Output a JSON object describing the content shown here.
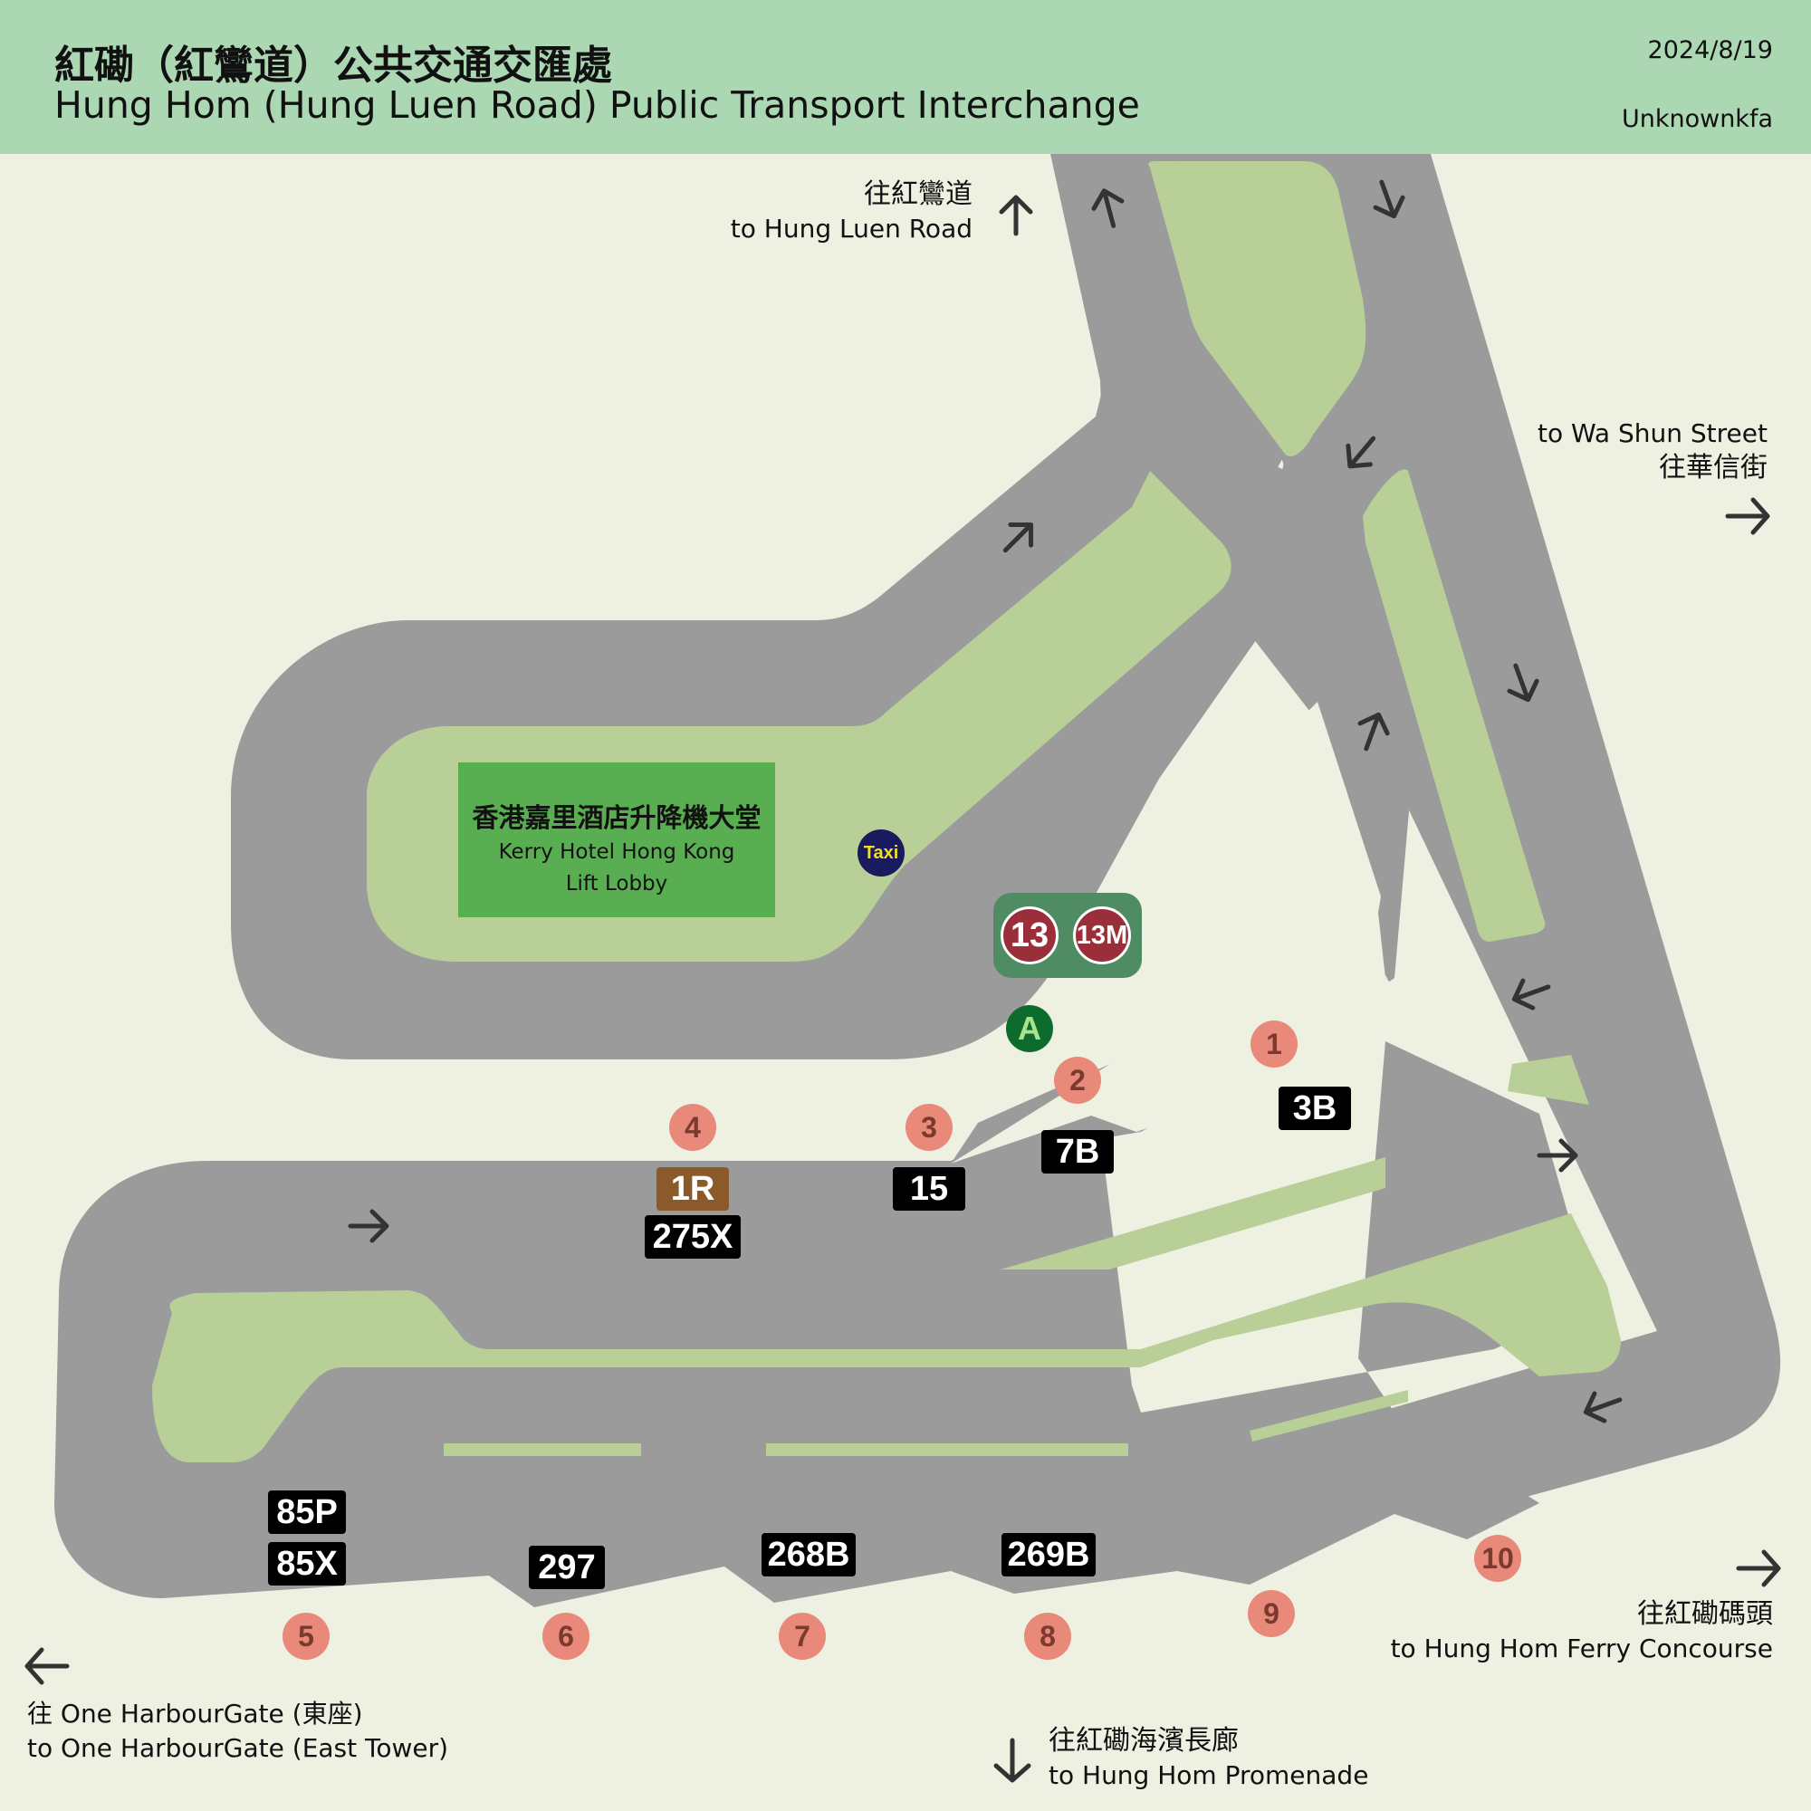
{
  "header": {
    "title_zh": "紅磡（紅鸞道）公共交通交匯處",
    "title_en": "Hung Hom (Hung Luen Road) Public Transport Interchange",
    "date": "2024/8/19",
    "author": "Unknownkfa"
  },
  "colors": {
    "header_bg": "#abd7b3",
    "background": "#eef0e2",
    "road": "#9b9b9b",
    "island": "#b8cf98",
    "lobby": "#5aae52",
    "bay_circle": "#e8897a",
    "route_box": "#000000",
    "route_box_special": "#8b5a2b",
    "mtr_circle": "#9a2f3a"
  },
  "directions": {
    "hung_luen_road": {
      "zh": "往紅鸞道",
      "en": "to Hung Luen Road",
      "arrow": "up-arrow"
    },
    "wa_shun_street": {
      "en": "to Wa Shun Street",
      "zh": "往華信街",
      "arrow": "right-arrow"
    },
    "ferry_concourse": {
      "zh": "往紅磡碼頭",
      "en": "to Hung Hom Ferry Concourse",
      "arrow": "right-arrow"
    },
    "promenade": {
      "zh": "往紅磡海濱長廊",
      "en": "to Hung Hom Promenade",
      "arrow": "down-arrow"
    },
    "one_harbourgate": {
      "zh": "往 One HarbourGate (東座)",
      "en": "to One HarbourGate (East Tower)",
      "arrow": "left-arrow"
    }
  },
  "lobby": {
    "zh": "香港嘉里酒店升降機大堂",
    "en_line1": "Kerry Hotel Hong Kong",
    "en_line2": "Lift Lobby"
  },
  "taxi": "Taxi",
  "minibus": [
    "13",
    "13M"
  ],
  "exit": "A",
  "bays": [
    "1",
    "2",
    "3",
    "4",
    "5",
    "6",
    "7",
    "8",
    "9",
    "10"
  ],
  "routes": {
    "r3b": "3B",
    "r7b": "7B",
    "r15": "15",
    "r1r": "1R",
    "r275x": "275X",
    "r85p": "85P",
    "r85x": "85X",
    "r297": "297",
    "r268b": "268B",
    "r269b": "269B"
  }
}
